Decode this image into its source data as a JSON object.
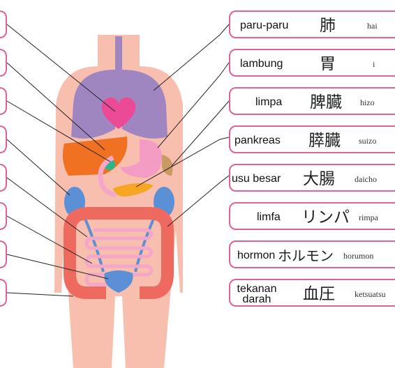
{
  "labels": [
    {
      "indonesian": "paru-paru",
      "kanji": "肺",
      "romaji": "hai"
    },
    {
      "indonesian": "lambung",
      "kanji": "胃",
      "romaji": "i"
    },
    {
      "indonesian": "limpa",
      "kanji": "脾臓",
      "romaji": "hizo"
    },
    {
      "indonesian": "pankreas",
      "kanji": "膵臓",
      "romaji": "suizo"
    },
    {
      "indonesian": "usu besar",
      "kanji": "大腸",
      "romaji": "daicho"
    },
    {
      "indonesian": "limfa",
      "kanji": "リンパ",
      "romaji": "rimpa"
    },
    {
      "indonesian": "hormon",
      "kanji": "ホルモン",
      "romaji": "horumon"
    },
    {
      "indonesian": "tekanan darah",
      "indonesian_line1": "tekanan",
      "indonesian_line2": "darah",
      "kanji": "血圧",
      "romaji": "ketsuatsu"
    }
  ],
  "colors": {
    "skin": "#f8bfae",
    "lungs": "#9f86c0",
    "heart": "#ec4a96",
    "liver": "#f07122",
    "stomach": "#f49cc4",
    "spleen": "#c99a64",
    "pancreas": "#f5a623",
    "kidneys": "#5b8fd6",
    "large_intestine": "#ef6a5e",
    "small_intestine": "#f4a7c7",
    "bladder": "#5b8fd6",
    "border": "#e0609a",
    "leader_line": "#222222"
  }
}
